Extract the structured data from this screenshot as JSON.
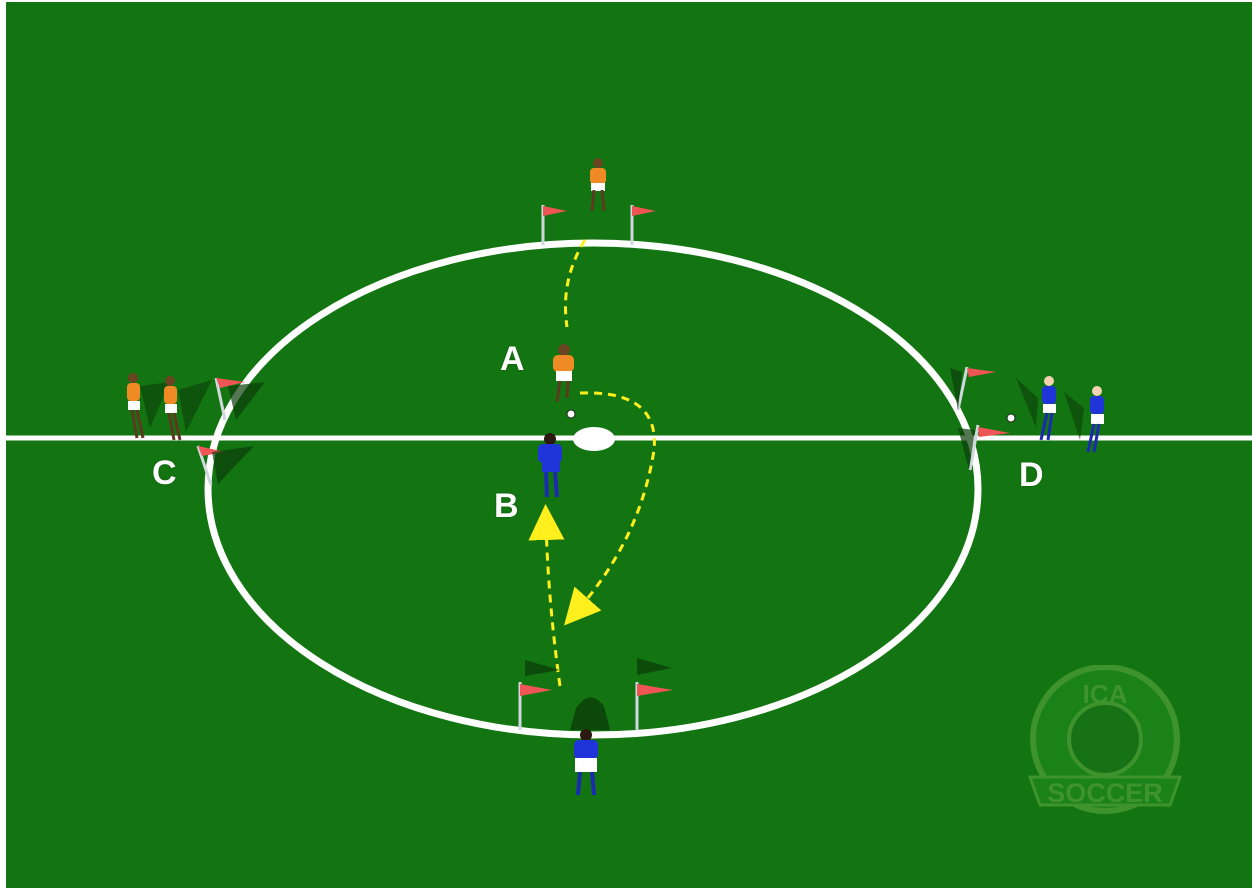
{
  "labels": {
    "a": "A",
    "b": "B",
    "c": "C",
    "d": "D"
  },
  "watermark": {
    "top": "ICA",
    "bottom": "SOCCER"
  },
  "colors": {
    "pitch": "#137511",
    "lines": "#ffffff",
    "path": "#ffef1d",
    "team_orange": "#f08a24",
    "team_blue": "#1f35d9",
    "flag": "#ef5555"
  },
  "icons": {
    "flag": "corner-flag-icon",
    "ball": "soccer-ball-icon",
    "player": "player-figure-icon"
  }
}
